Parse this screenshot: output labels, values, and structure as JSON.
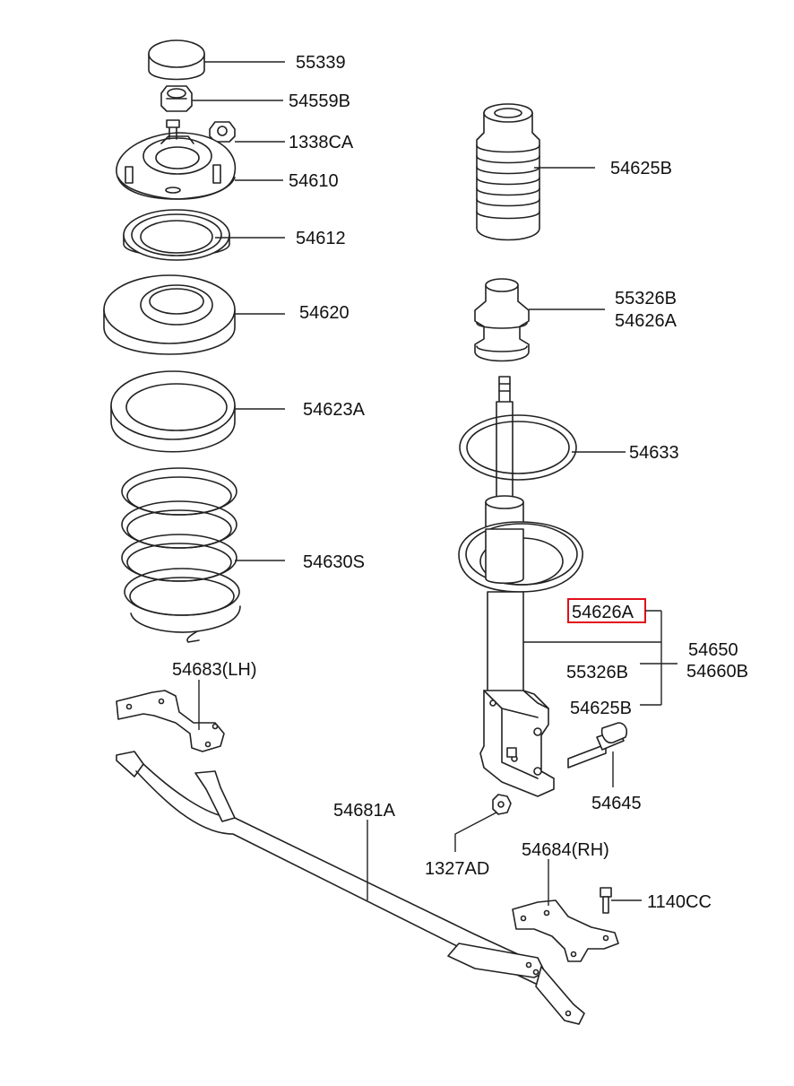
{
  "part_labels": {
    "p55339": "55339",
    "p54559B": "54559B",
    "p1338CA": "1338CA",
    "p54610": "54610",
    "p54612": "54612",
    "p54620": "54620",
    "p54623A": "54623A",
    "p54630S": "54630S",
    "p54625B_top": "54625B",
    "p55326B_top": "55326B",
    "p54626A_top": "54626A",
    "p54633": "54633",
    "p54626A_highlight": "54626A",
    "p55326B_group": "55326B",
    "p54625B_group": "54625B",
    "p54650": "54650",
    "p54660B": "54660B",
    "p54645": "54645",
    "p54683": "54683(LH)",
    "p54681A": "54681A",
    "p1327AD": "1327AD",
    "p54684": "54684(RH)",
    "p1140CC": "1140CC"
  },
  "colors": {
    "line": "#222222",
    "highlight": "#e0101a",
    "background": "#ffffff"
  },
  "highlighted_part": "54626A"
}
